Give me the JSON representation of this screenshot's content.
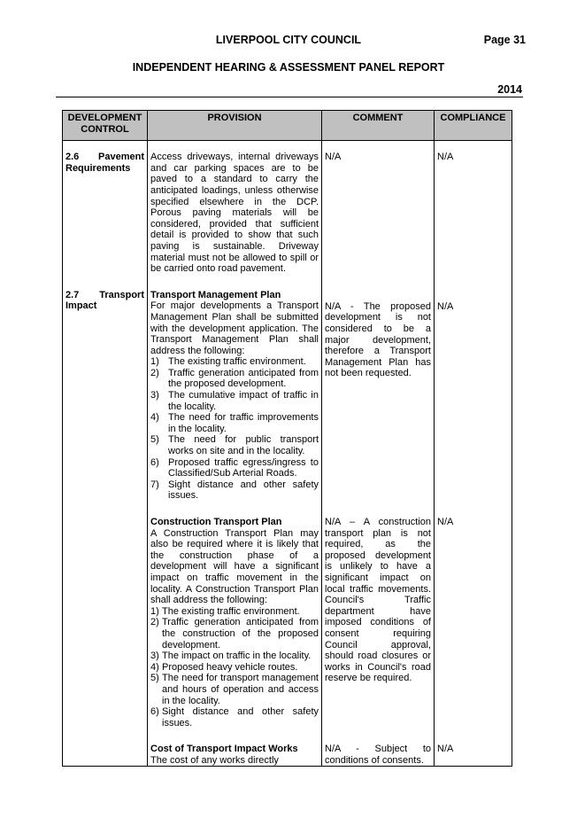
{
  "header": {
    "council": "LIVERPOOL CITY COUNCIL",
    "page": "Page 31",
    "report_title": "INDEPENDENT HEARING & ASSESSMENT PANEL REPORT",
    "year": "2014"
  },
  "table": {
    "columns": [
      "DEVELOPMENT CONTROL",
      "PROVISION",
      "COMMENT",
      "COMPLIANCE"
    ],
    "rows": [
      {
        "control": "2.6 Pavement Requirements",
        "provision_title": "",
        "provision_text": "Access driveways, internal driveways and car parking spaces are to be paved to a standard to carry the anticipated loadings, unless otherwise specified elsewhere in the DCP. Porous paving materials will be considered, provided that sufficient detail is provided to show that such paving is sustainable. Driveway material must not be allowed to spill or be carried onto road pavement.",
        "comment": "N/A",
        "compliance": "N/A"
      },
      {
        "control": "2.7 Transport Impact",
        "provision_title": "Transport Management Plan",
        "provision_text": "For major developments a Transport Management Plan shall be submitted with the development application. The Transport Management Plan shall address the following:",
        "items": [
          {
            "num": "1)",
            "text": "The existing traffic environment."
          },
          {
            "num": "2)",
            "text": "Traffic generation anticipated from the proposed development."
          },
          {
            "num": "3)",
            "text": "The cumulative impact of traffic in the locality."
          },
          {
            "num": "4)",
            "text": "The need for traffic improvements in the locality."
          },
          {
            "num": "5)",
            "text": "The need for public transport works on site and in the locality."
          },
          {
            "num": "6)",
            "text": "Proposed traffic egress/ingress to Classified/Sub Arterial Roads."
          },
          {
            "num": "7)",
            "text": "Sight distance and other safety issues."
          }
        ],
        "comment": "N/A - The proposed development is not considered to be a major development, therefore a Transport Management Plan has not been requested.",
        "compliance": "N/A"
      },
      {
        "control": "",
        "provision_title": "Construction Transport Plan",
        "provision_text": "A Construction Transport Plan may also be required where it is likely that the construction phase of a development will have a significant impact on traffic movement in the locality. A Construction Transport Plan shall address the following:",
        "items": [
          {
            "num": "1)",
            "text": "The existing traffic environment."
          },
          {
            "num": "2)",
            "text": "Traffic generation anticipated from the construction of the proposed development."
          },
          {
            "num": "3)",
            "text": "The impact on traffic in the locality."
          },
          {
            "num": "4)",
            "text": "Proposed heavy vehicle routes."
          },
          {
            "num": "5)",
            "text": "The need for transport management and hours of operation and access in the locality."
          },
          {
            "num": "6)",
            "text": "Sight distance and other safety issues."
          }
        ],
        "comment": "N/A – A construction transport plan is not required, as the proposed development is unlikely to have a significant impact on local traffic movements. Council's Traffic department have imposed conditions of consent requiring Council approval, should road closures or works in Council's road reserve be required.",
        "compliance": "N/A"
      },
      {
        "control": "",
        "provision_title": "Cost of Transport Impact Works",
        "provision_text": "The cost of any works directly",
        "comment": "N/A - Subject to conditions of consents.",
        "compliance": "N/A"
      }
    ]
  }
}
